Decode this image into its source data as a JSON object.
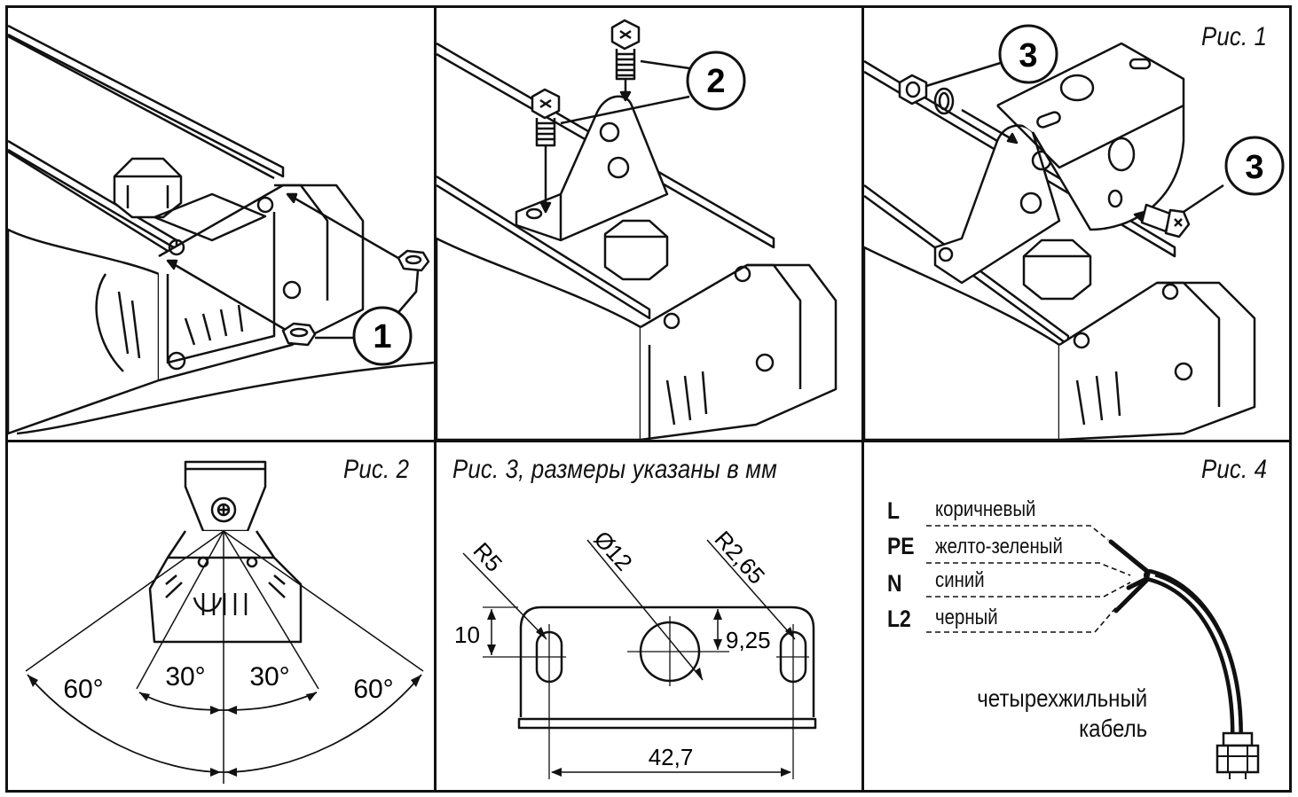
{
  "figures": {
    "fig1": {
      "label": "Рис. 1",
      "callouts": {
        "nuts": "1",
        "bolts": "2",
        "bracket": "3"
      }
    },
    "fig2": {
      "label": "Рис. 2",
      "angles": {
        "outer_left": "60°",
        "inner_left": "30°",
        "inner_right": "30°",
        "outer_right": "60°"
      }
    },
    "fig3": {
      "label": "Рис. 3, размеры указаны в мм",
      "dimensions": {
        "r5": "R5",
        "d12": "Ø12",
        "r265": "R2,65",
        "h10": "10",
        "h925": "9,25",
        "w427": "42,7"
      }
    },
    "fig4": {
      "label": "Рис. 4",
      "wires": [
        {
          "code": "L",
          "color": "коричневый"
        },
        {
          "code": "PE",
          "color": "желто-зеленый"
        },
        {
          "code": "N",
          "color": "синий"
        },
        {
          "code": "L2",
          "color": "черный"
        }
      ],
      "cable_label_line1": "четырехжильный",
      "cable_label_line2": "кабель"
    }
  }
}
